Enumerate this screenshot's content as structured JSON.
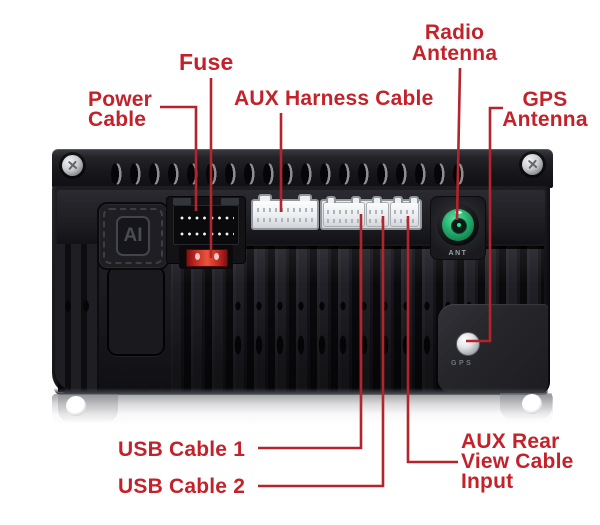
{
  "colors": {
    "label_red": "#c4222a",
    "line_red": "#b3242b",
    "background": "#ffffff",
    "chassis_black": "#141418",
    "connector_white": "#eceef0",
    "fuse_red": "#d8352a",
    "antenna_green": "#27b26f",
    "gps_silver": "#c9cbce"
  },
  "annotations": {
    "fuse": "Fuse",
    "power_cable": {
      "line1": "Power",
      "line2": "Cable"
    },
    "aux_harness": "AUX Harness Cable",
    "radio_antenna": {
      "line1": "Radio",
      "line2": "Antenna"
    },
    "gps_antenna": {
      "line1": "GPS",
      "line2": "Antenna"
    },
    "usb_cable_1": "USB Cable 1",
    "usb_cable_2": "USB Cable 2",
    "aux_rear_view": {
      "line1": "AUX Rear",
      "line2": "View Cable",
      "line3": "Input"
    }
  },
  "device": {
    "logo_text": "AI",
    "radio_port_label": "ANT",
    "gps_port_label": "GPS"
  }
}
